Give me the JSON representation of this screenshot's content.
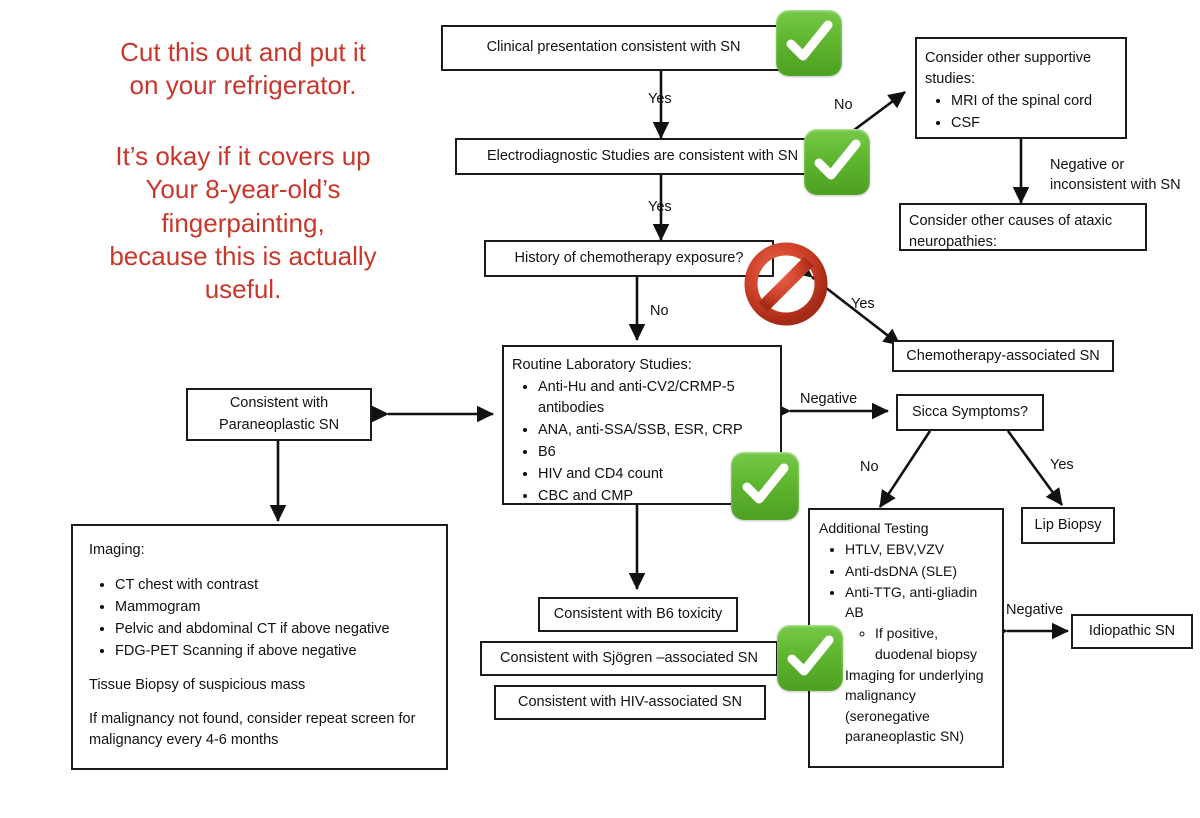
{
  "poster_note": {
    "line1": "Cut this out and put it\non your refrigerator.",
    "line2": "It’s okay if it covers up\nYour 8-year-old’s\nfingerpainting,\nbecause this is actually\nuseful.",
    "color": "#c9372c"
  },
  "theme": {
    "box_border": "#1a1a1a",
    "text": "#111111",
    "check_green": "#5fb62f",
    "prohibit_red": "#d0422a",
    "background": "#ffffff"
  },
  "nodes": {
    "clinical_presentation": "Clinical presentation consistent with SN",
    "electrodiagnostic": "Electrodiagnostic Studies are consistent with SN",
    "chemo_history": "History of chemotherapy exposure?",
    "supportive_studies": {
      "title": "Consider other supportive studies:",
      "items": [
        "MRI of the spinal cord",
        "CSF"
      ]
    },
    "ataxic_neuropathies": "Consider other causes of ataxic neuropathies:",
    "chemo_associated": "Chemotherapy-associated SN",
    "routine_labs": {
      "title": "Routine Laboratory Studies:",
      "items": [
        "Anti-Hu and anti-CV2/CRMP-5 antibodies",
        "ANA, anti-SSA/SSB, ESR, CRP",
        "B6",
        "HIV and CD4 count",
        "CBC and CMP"
      ]
    },
    "paraneoplastic": "Consistent with\nParaneoplastic SN",
    "imaging": {
      "title": "Imaging:",
      "items": [
        "CT chest with contrast",
        "Mammogram",
        "Pelvic and abdominal CT if above negative",
        "FDG-PET Scanning if above negative"
      ],
      "note1": "Tissue Biopsy of suspicious mass",
      "note2": "If malignancy not found, consider repeat screen for malignancy every 4-6 months"
    },
    "sicca": "Sicca Symptoms?",
    "lip_biopsy": "Lip Biopsy",
    "additional_testing": {
      "title": "Additional Testing",
      "items": [
        "HTLV, EBV,VZV",
        "Anti-dsDNA (SLE)",
        "Anti-TTG, anti-gliadin AB"
      ],
      "subitem": "If positive, duodenal biopsy",
      "last_item": "Imaging for underlying malignancy (seronegative paraneoplastic SN)"
    },
    "b6_toxicity": "Consistent with B6 toxicity",
    "sjogren": "Consistent with Sjögren –associated SN",
    "hiv_associated": "Consistent with HIV-associated SN",
    "idiopathic": "Idiopathic SN"
  },
  "edge_labels": {
    "yes_clinical_to_edx": "Yes",
    "no_edx_to_supportive": "No",
    "yes_edx_to_chemo": "Yes",
    "negative_or_inconsistent": "Negative or\ninconsistent with SN",
    "yes_chemo": "Yes",
    "no_chemo": "No",
    "negative_labs_to_sicca": "Negative",
    "no_sicca": "No",
    "yes_sicca": "Yes",
    "negative_idiopathic": "Negative"
  },
  "icons": {
    "check1": "green-check-icon",
    "check2": "green-check-icon",
    "check3": "green-check-icon",
    "check4": "green-check-icon",
    "prohibit": "no-entry-icon"
  }
}
